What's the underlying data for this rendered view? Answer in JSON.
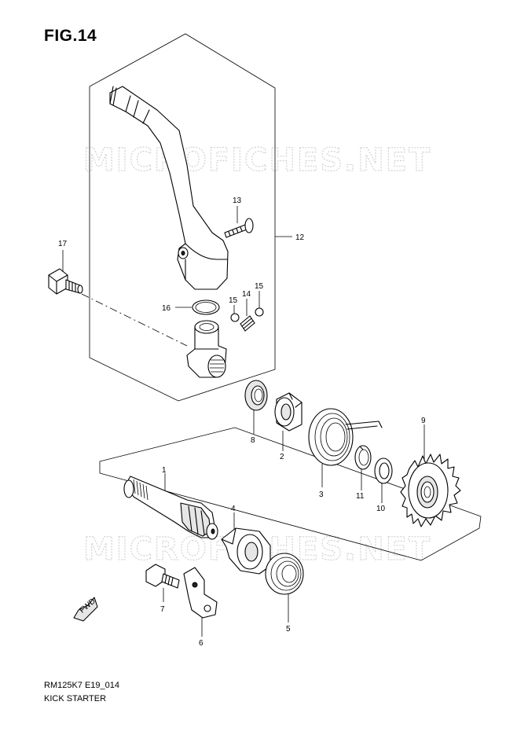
{
  "figure": {
    "title": "FIG.14",
    "code": "RM125K7 E19_014",
    "name": "KICK STARTER",
    "watermark": "MICROFICHES.NET",
    "fwd_label": "FWD"
  },
  "callouts": [
    {
      "id": "c1",
      "text": "1"
    },
    {
      "id": "c2",
      "text": "2"
    },
    {
      "id": "c3",
      "text": "3"
    },
    {
      "id": "c4",
      "text": "4"
    },
    {
      "id": "c5",
      "text": "5"
    },
    {
      "id": "c6",
      "text": "6"
    },
    {
      "id": "c7",
      "text": "7"
    },
    {
      "id": "c8",
      "text": "8"
    },
    {
      "id": "c9",
      "text": "9"
    },
    {
      "id": "c10",
      "text": "10"
    },
    {
      "id": "c11",
      "text": "11"
    },
    {
      "id": "c12",
      "text": "12"
    },
    {
      "id": "c13",
      "text": "13"
    },
    {
      "id": "c14",
      "text": "14"
    },
    {
      "id": "c15a",
      "text": "15"
    },
    {
      "id": "c15b",
      "text": "15"
    },
    {
      "id": "c16",
      "text": "16"
    },
    {
      "id": "c17",
      "text": "17"
    }
  ]
}
